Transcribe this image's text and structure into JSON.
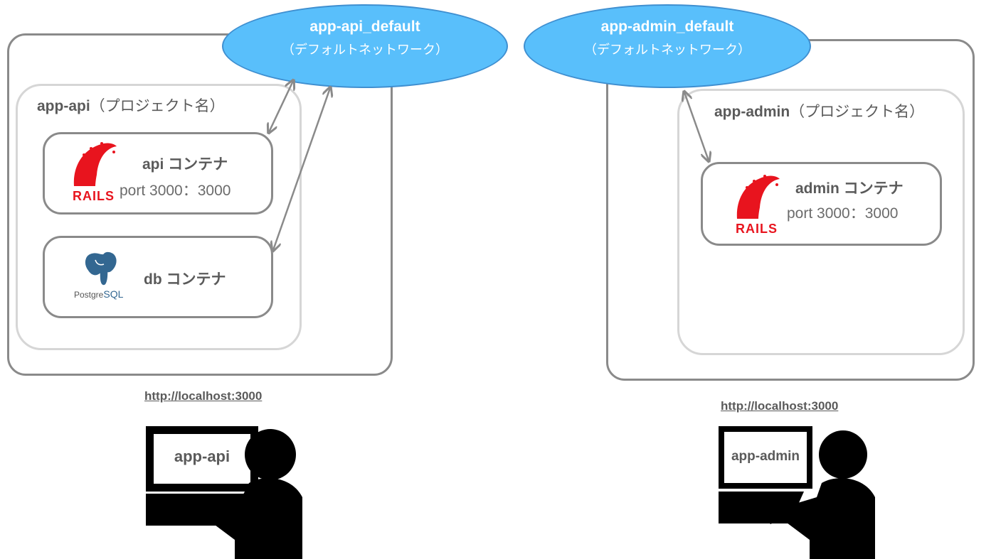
{
  "left": {
    "network": {
      "name": "app-api_default",
      "subtitle": "（デフォルトネットワーク）"
    },
    "project": {
      "name": "app-api",
      "suffix": "（プロジェクト名）"
    },
    "api_container": {
      "title": "api コンテナ",
      "port": "port 3000：3000",
      "logo_text": "RAILS"
    },
    "db_container": {
      "title": "db コンテナ",
      "logo_text_a": "Postgre",
      "logo_text_b": "SQL"
    },
    "url": "http://localhost:3000",
    "screen_label": "app-api"
  },
  "right": {
    "network": {
      "name": "app-admin_default",
      "subtitle": "（デフォルトネットワーク）"
    },
    "project": {
      "name": "app-admin",
      "suffix": "（プロジェクト名）"
    },
    "admin_container": {
      "title": "admin コンテナ",
      "port": "port 3000：3000",
      "logo_text": "RAILS"
    },
    "url": "http://localhost:3000",
    "screen_label": "app-admin"
  },
  "colors": {
    "network_fill": "#59bffb",
    "host_border": "#8a8a8a",
    "project_border": "#d6d6d6",
    "rails_red": "#e8141e",
    "postgres_blue": "#336791",
    "arrow": "#8a8a8a"
  }
}
